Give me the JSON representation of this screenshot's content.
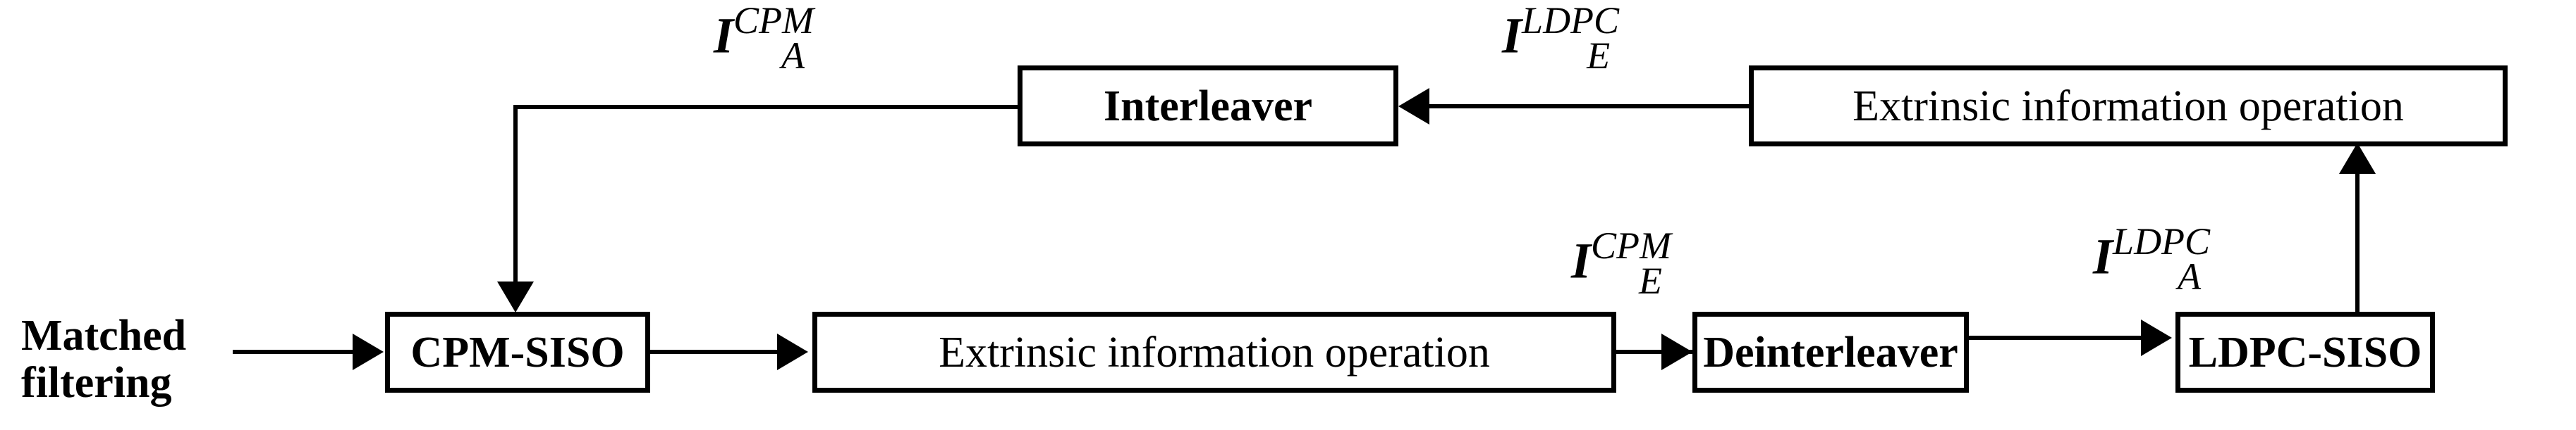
{
  "diagram": {
    "title": "CPM-LDPC iterative receiver block diagram",
    "background_color": "#ffffff",
    "line_color": "#000000",
    "blocks": [
      {
        "id": "cpm_siso",
        "label": "CPM-SISO"
      },
      {
        "id": "extrinsic_lower",
        "label": "Extrinsic information operation"
      },
      {
        "id": "deinterleaver",
        "label": "Deinterleaver"
      },
      {
        "id": "ldpc_siso",
        "label": "LDPC-SISO"
      },
      {
        "id": "interleaver",
        "label": "Interleaver"
      },
      {
        "id": "extrinsic_upper",
        "label": "Extrinsic information operation"
      }
    ],
    "input_label": "Matched\nfiltering",
    "signal_labels": [
      {
        "id": "i_a_cpm",
        "base": "I",
        "sup": "CPM",
        "sub": "A"
      },
      {
        "id": "i_e_ldpc",
        "base": "I",
        "sup": "LDPC",
        "sub": "E"
      },
      {
        "id": "i_e_cpm",
        "base": "I",
        "sup": "CPM",
        "sub": "E"
      },
      {
        "id": "i_a_ldpc",
        "base": "I",
        "sup": "LDPC",
        "sub": "A"
      }
    ]
  }
}
